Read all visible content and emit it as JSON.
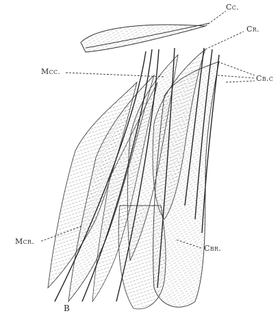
{
  "figure": {
    "labels": {
      "cc": "Cc.",
      "cr": "Cr.",
      "mcc": "Mcc.",
      "cbc": "Cb.c",
      "mcr": "Mcr.",
      "cbr": "Cbr.",
      "fig_letter": "B"
    }
  },
  "colors": {
    "ink": "#2a2a2a",
    "paper": "#ffffff"
  }
}
